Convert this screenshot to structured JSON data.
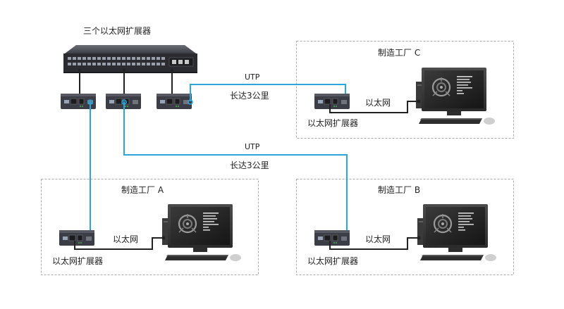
{
  "title": "三个以太网扩展器",
  "links": {
    "top": {
      "type": "UTP",
      "distance": "长达3公里"
    },
    "middle": {
      "type": "UTP",
      "distance": "长达3公里"
    }
  },
  "factories": {
    "a": {
      "name": "制造工厂 A",
      "extender_label": "以太网扩展器",
      "ethernet_label": "以太网"
    },
    "b": {
      "name": "制造工厂 B",
      "extender_label": "以太网扩展器",
      "ethernet_label": "以太网"
    },
    "c": {
      "name": "制造工厂 C",
      "extender_label": "以太网扩展器",
      "ethernet_label": "以太网"
    }
  },
  "colors": {
    "utp_cable": "#2aa6d9",
    "ethernet_cable": "#222222",
    "dashed_box": "#a8a8a8",
    "device_body": "#3a3d45"
  }
}
